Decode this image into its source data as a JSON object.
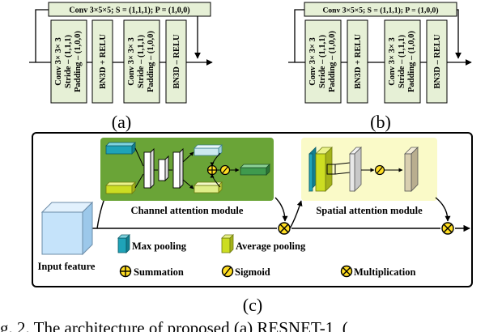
{
  "panel_a": {
    "skip_label": "Conv 3×5×5; S = (1,1,1); P = (1,0,0)",
    "blocks": [
      {
        "lines": [
          "Conv 3× 3× 3",
          "Stride – (1,1,1)",
          "Padding – (1,0,0)"
        ]
      },
      {
        "lines": [
          "BN3D + RELU"
        ]
      },
      {
        "lines": [
          "Conv 3× 3× 3",
          "Stride – (1,1,1)",
          "Padding – (1,0,0)"
        ]
      },
      {
        "lines": [
          "BN3D – RELU"
        ]
      }
    ],
    "caption": "(a)"
  },
  "panel_b": {
    "skip_label": "Conv 3×5×5; S = (1,1,1); P = (1,0,0)",
    "blocks": [
      {
        "lines": [
          "Conv 3× 3× 3",
          "Stride – (1,1,1)",
          "Padding – (1,0,0)"
        ]
      },
      {
        "lines": [
          "BN3D + RELU"
        ]
      },
      {
        "lines": [
          "Conv 3× 3× 3",
          "Stride – (1,1,1)",
          "Padding – (1,0,0)"
        ]
      },
      {
        "lines": [
          "BN3D – RELU"
        ]
      }
    ],
    "caption": "(b)"
  },
  "panel_c": {
    "channel_module_label": "Channel attention module",
    "spatial_module_label": "Spatial attention module",
    "input_label": "Input feature",
    "legend": {
      "max_pooling": "Max pooling",
      "average_pooling": "Average pooling",
      "summation": "Summation",
      "sigmoid": "Sigmoid",
      "multiplication": "Multiplication"
    },
    "caption": "(c)"
  },
  "figure_caption": "g. 2. The architecture of proposed (a) RESNET-1, (",
  "colors": {
    "block_fill": "#e6f0d6",
    "channel_bg": "#6aa437",
    "spatial_bg": "#fafac8",
    "max_pool": "#1fa3b8",
    "avg_pool": "#ccdd22",
    "cube": "#c5e3fa",
    "sum_fill": "#ffdd22"
  }
}
